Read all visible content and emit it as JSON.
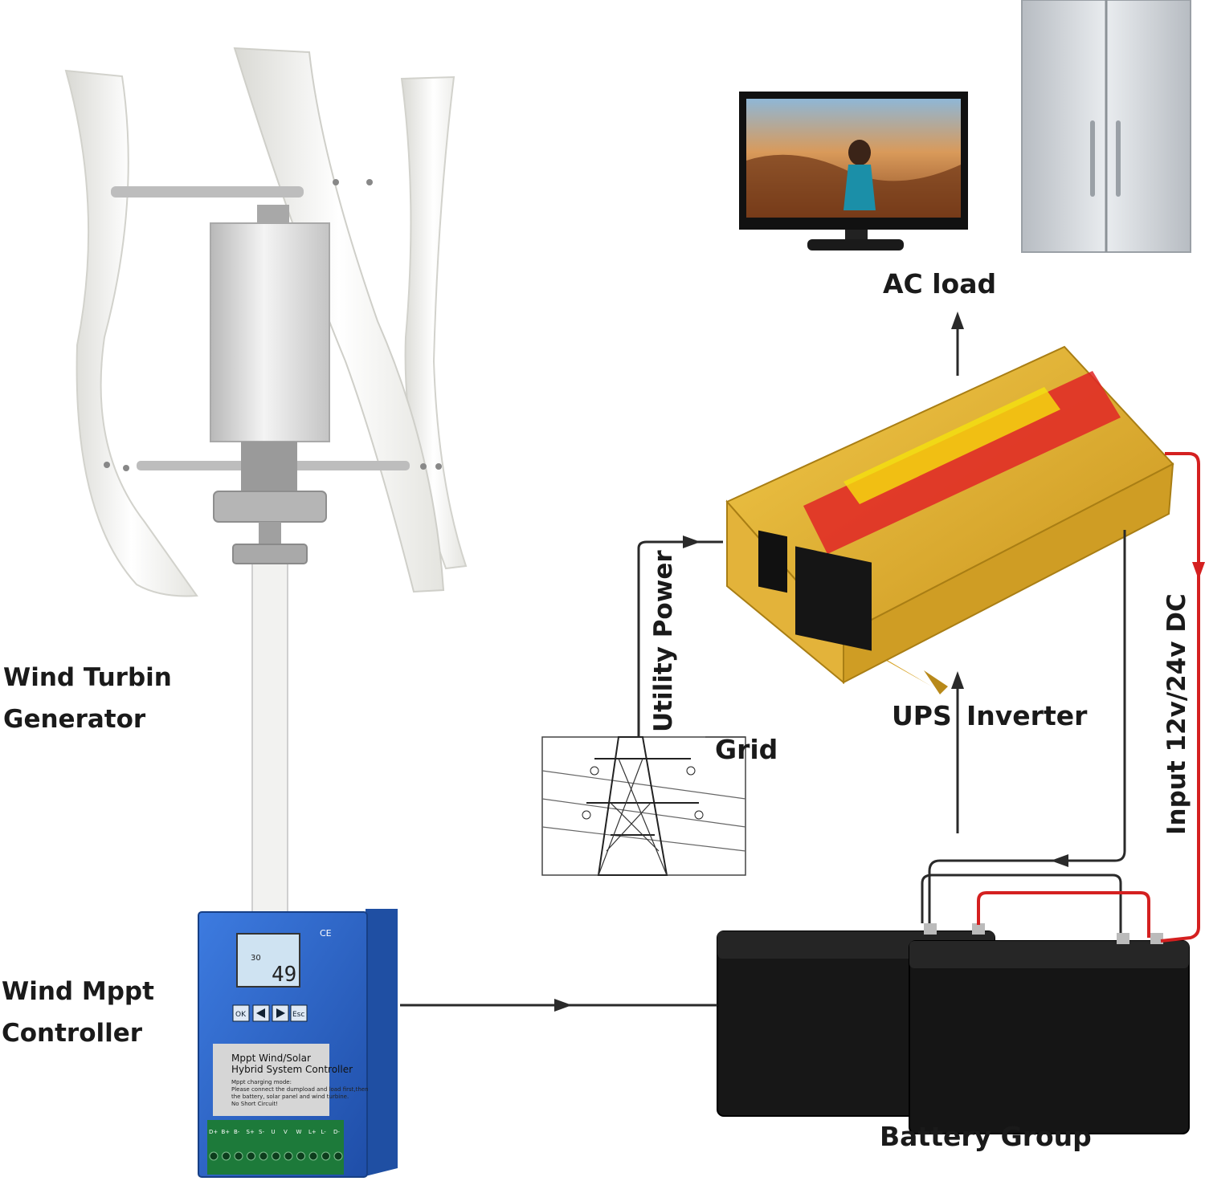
{
  "labels": {
    "wind_turbine_line1": "Wind Turbin",
    "wind_turbine_line2": "Generator",
    "wind_mppt_line1": "Wind Mppt",
    "wind_mppt_line2": "Controller",
    "ac_load": "AC load",
    "ups": "UPS",
    "inverter": "Inverter",
    "utility_power": "Utility Power",
    "grid": "Grid",
    "input_dc": "Input 12v/24v DC",
    "battery_group": "Battery Group"
  },
  "controller_panel": {
    "lcd_value": "49",
    "lcd_small": "30",
    "btn_ok": "OK",
    "btn_esc": "Esc",
    "title_line1": "Mppt Wind/Solar",
    "title_line2": "Hybrid System Controller",
    "note_line1": "Mppt charging mode:",
    "note_line2": "Please connect the dumpload and load first,then",
    "note_line3": "the battery, solar panel and wind turbine.",
    "note_line4": "No Short Circuit!",
    "ce_mark": "CE",
    "terminals": [
      "D+",
      "B+",
      "B-",
      "S+",
      "S-",
      "U",
      "V",
      "W",
      "L+",
      "L-",
      "D-"
    ]
  },
  "colors": {
    "red_wire": "#d42020",
    "dark_wire": "#2a2a2a",
    "inverter_gold": "#e6b432",
    "controller_blue": "#2f63c9",
    "battery_black": "#141414"
  }
}
